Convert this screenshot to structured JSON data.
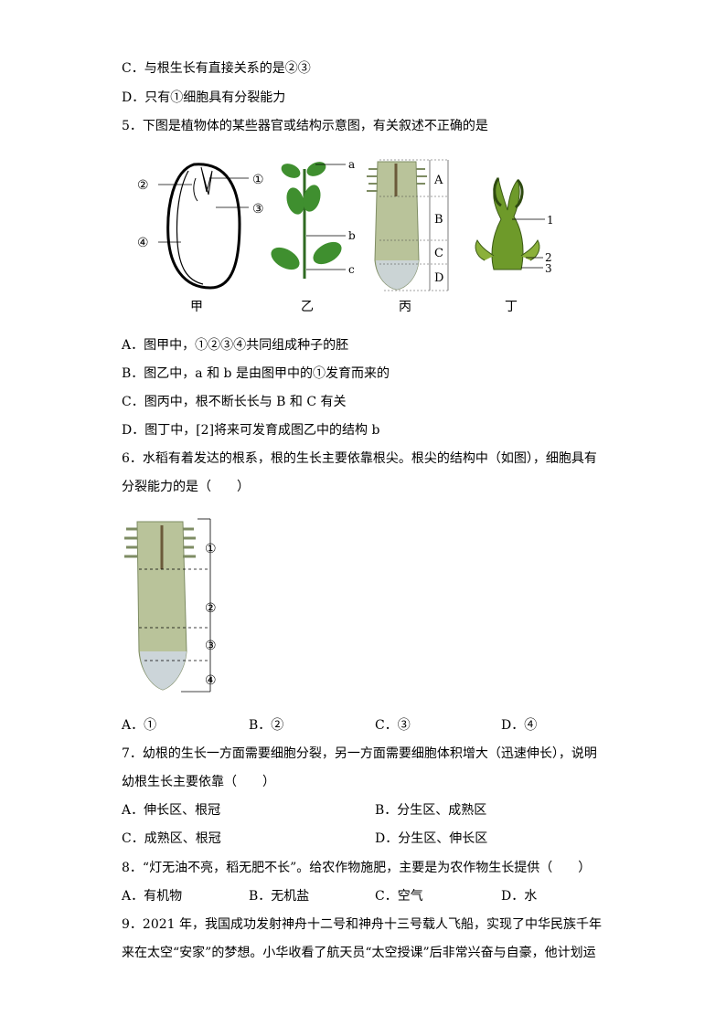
{
  "prev_question": {
    "option_c": "C．与根生长有直接关系的是②③",
    "option_d": "D．只有①细胞具有分裂能力"
  },
  "q5": {
    "stem": "5．下图是植物体的某些器官或结构示意图，有关叙述不正确的是",
    "figures": {
      "jia": {
        "caption": "甲",
        "labels": [
          "①",
          "②",
          "③",
          "④"
        ]
      },
      "yi": {
        "caption": "乙",
        "labels": [
          "a",
          "b",
          "c"
        ]
      },
      "bing": {
        "caption": "丙",
        "labels": [
          "A",
          "B",
          "C",
          "D"
        ]
      },
      "ding": {
        "caption": "丁",
        "labels": [
          "1",
          "2",
          "3"
        ]
      }
    },
    "options": [
      "A．图甲中，①②③④共同组成种子的胚",
      "B．图乙中，a 和 b 是由图甲中的①发育而来的",
      "C．图丙中，根不断长长与 B 和 C 有关",
      "D．图丁中，[2]将来可发育成图乙中的结构 b"
    ]
  },
  "q6": {
    "stem_line1": "6．水稻有着发达的根系，根的生长主要依靠根尖。根尖的结构中（如图），细胞具有",
    "stem_line2": "分裂能力的是（　　）",
    "figure_labels": [
      "①",
      "②",
      "③",
      "④"
    ],
    "options": [
      "A．①",
      "B．②",
      "C．③",
      "D．④"
    ]
  },
  "q7": {
    "stem_line1": "7．幼根的生长一方面需要细胞分裂，另一方面需要细胞体积增大（迅速伸长），说明",
    "stem_line2": "幼根生长主要依靠（　　）",
    "options": [
      "A．伸长区、根冠",
      "B．分生区、成熟区",
      "C．成熟区、根冠",
      "D．分生区、伸长区"
    ]
  },
  "q8": {
    "stem": "8．“灯无油不亮，稻无肥不长”。给农作物施肥，主要是为农作物生长提供（　　）",
    "options": [
      "A．有机物",
      "B．无机盐",
      "C．空气",
      "D．水"
    ]
  },
  "q9": {
    "stem_line1": "9．2021 年，我国成功发射神舟十二号和神舟十三号载人飞船，实现了中华民族千年",
    "stem_line2": "来在太空“安家”的梦想。小华收看了航天员“太空授课”后非常兴奋与自豪，他计划运"
  },
  "colors": {
    "leaf": "#3f8f2f",
    "root_tip": "#b9c39a",
    "bud": "#6e9a2a"
  }
}
